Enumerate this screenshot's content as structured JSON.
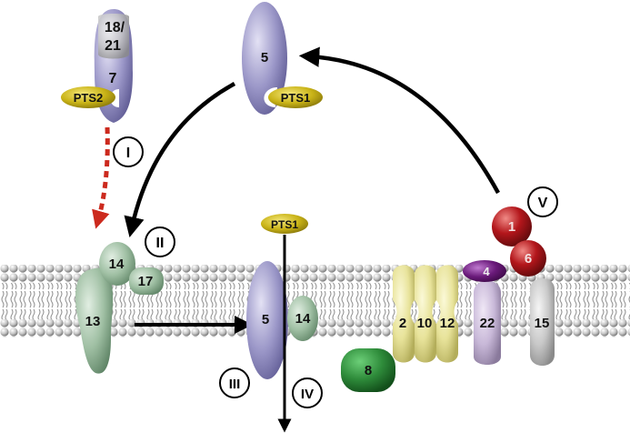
{
  "proteins": {
    "pex18_21": "18/",
    "pex18_21b": "21",
    "pex7": "7",
    "pex5_top": "5",
    "pex14": "14",
    "pex17": "17",
    "pex13": "13",
    "pex5_membrane": "5",
    "pex14_membrane": "14",
    "pex8": "8",
    "pex2": "2",
    "pex10": "10",
    "pex12": "12",
    "pex22": "22",
    "pex15": "15",
    "pex4": "4",
    "pex1": "1",
    "pex6": "6"
  },
  "signals": {
    "pts2": "PTS2",
    "pts1_top": "PTS1",
    "pts1_membrane": "PTS1"
  },
  "steps": {
    "s1": "I",
    "s2": "II",
    "s3": "III",
    "s4": "IV",
    "s5": "V"
  },
  "colors": {
    "pex5_purple": "#9b97c8",
    "pex7_purple": "#9b97c8",
    "docking_green": "#9fbfa3",
    "pex8_green": "#2e8b3a",
    "ring_yellow": "#e8e39a",
    "pex22_lavender": "#c8b8d8",
    "pex15_gray": "#c8c8c8",
    "pex4_violet": "#6a1a7a",
    "aaa_red": "#b3161b",
    "pts_gold": "#c9b317",
    "arrow_red": "#cc2a1e",
    "arrow_black": "#000000"
  }
}
